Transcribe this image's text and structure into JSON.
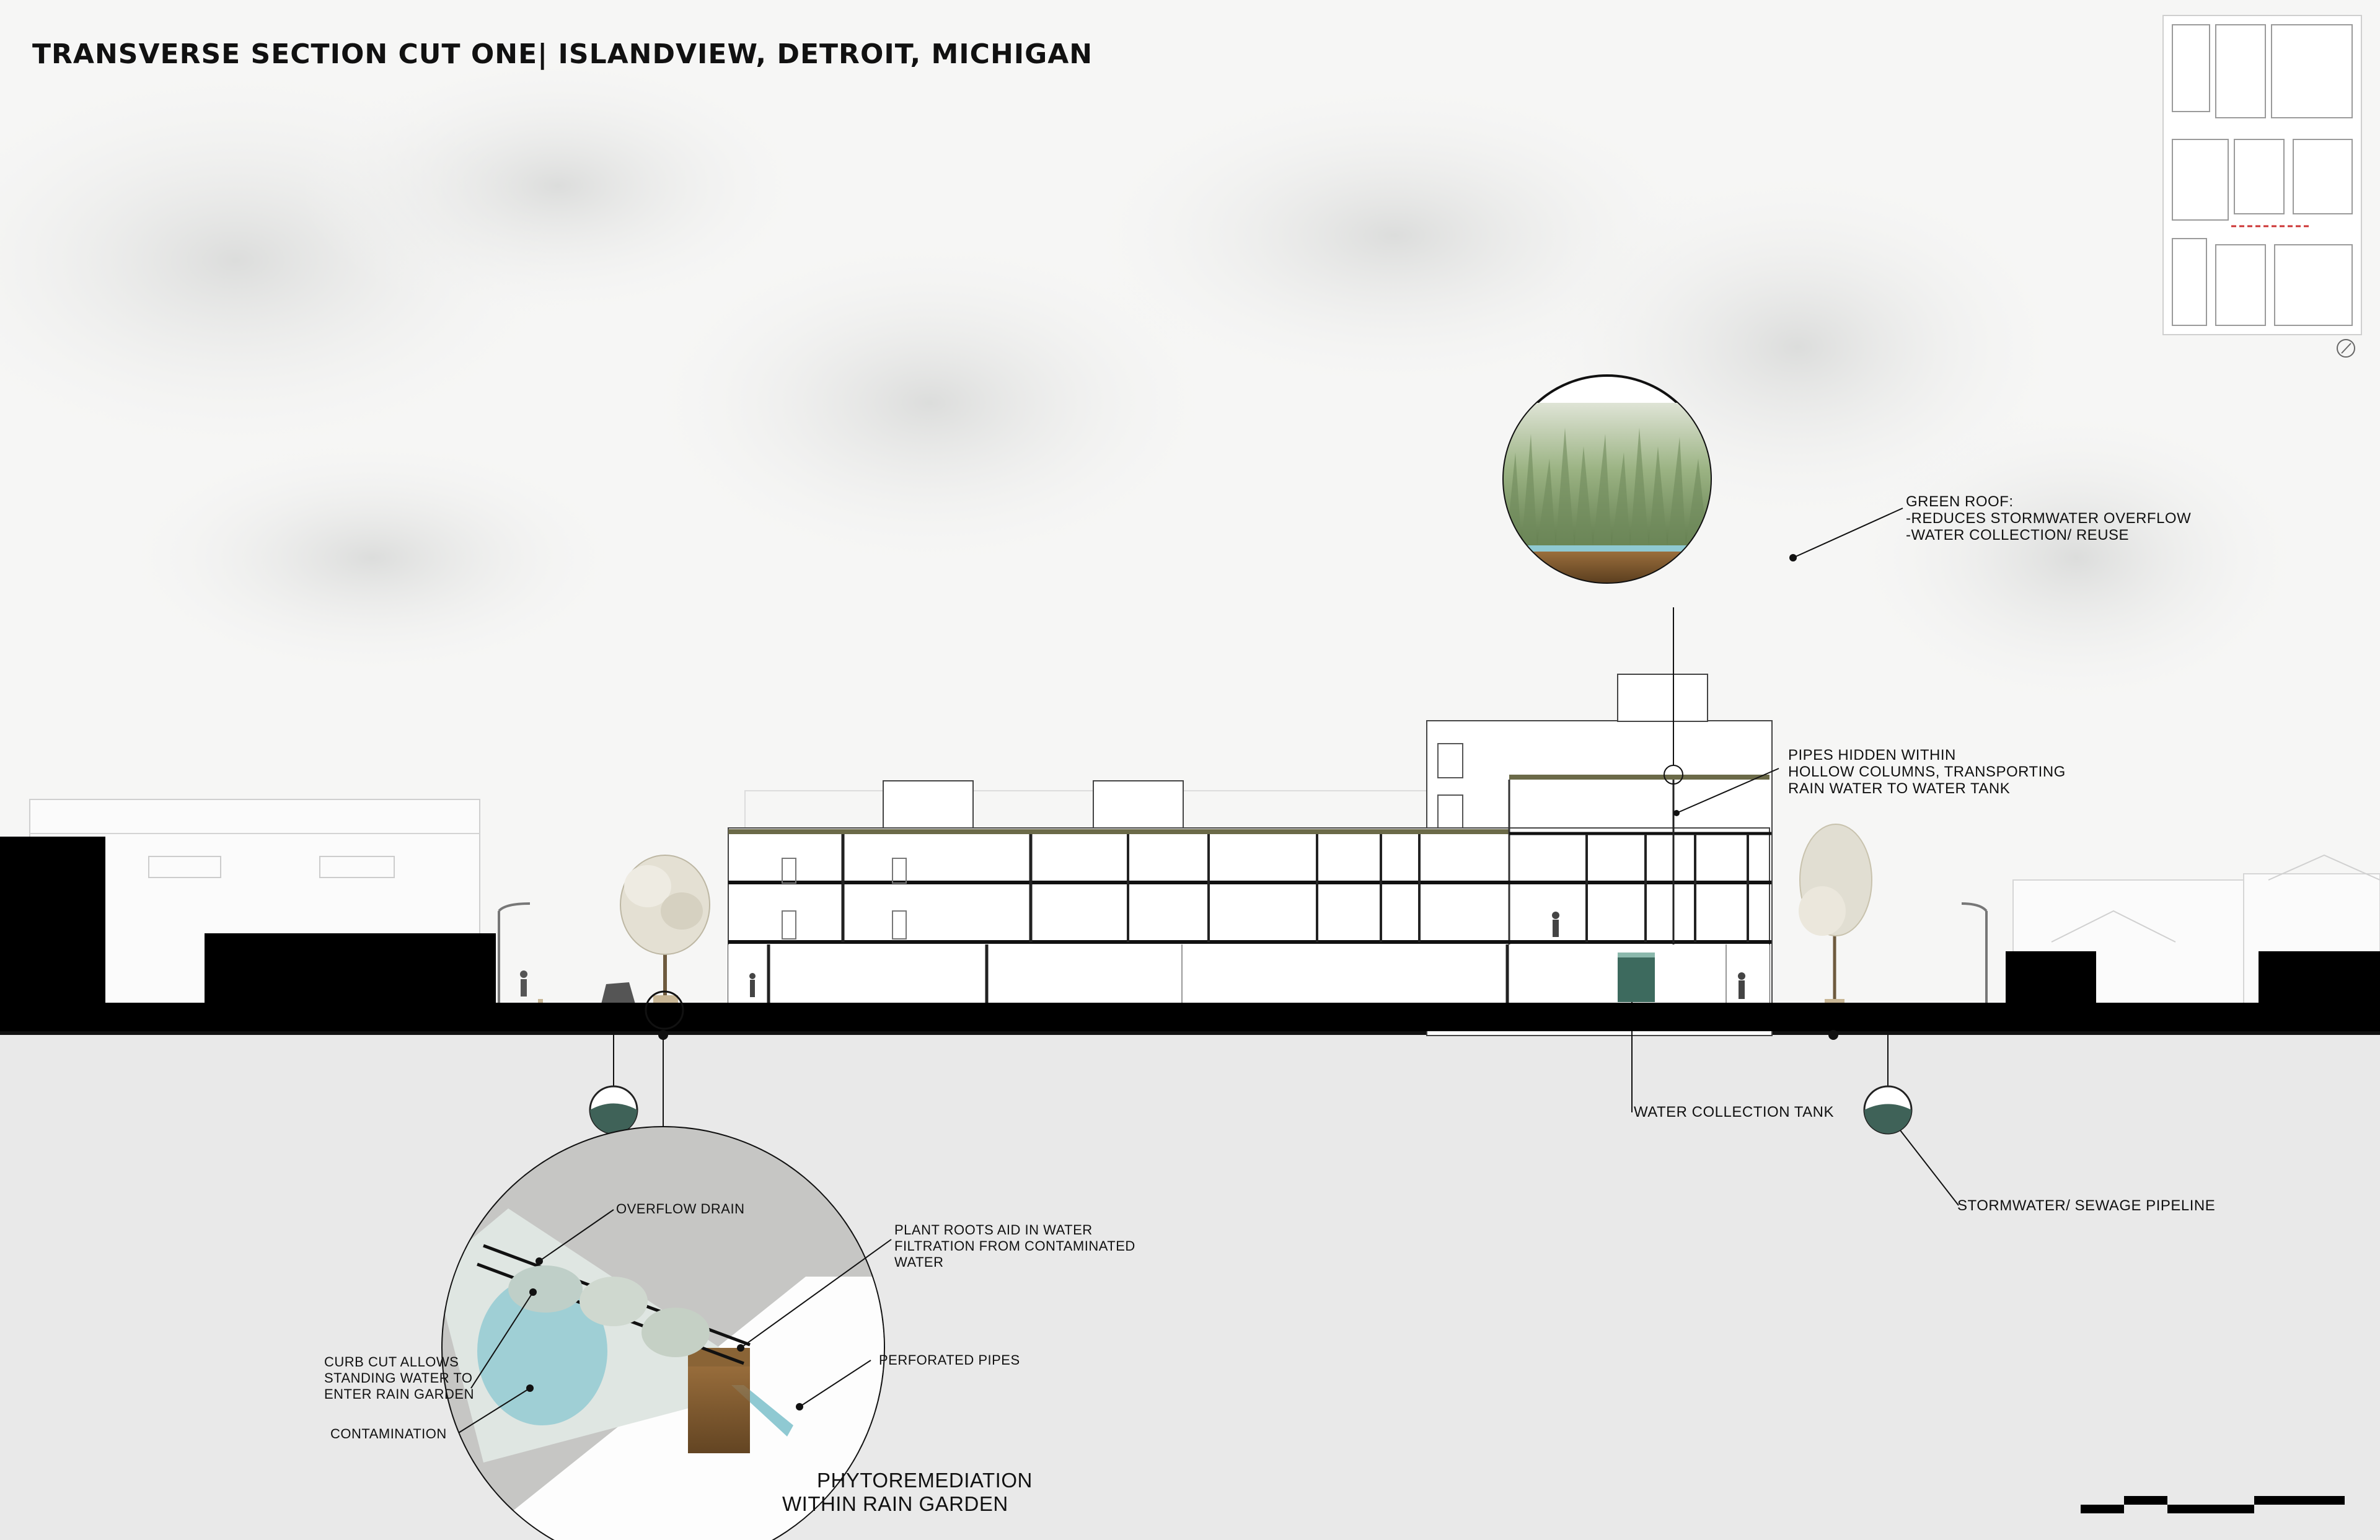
{
  "title": "TRANSVERSE SECTION CUT ONE| ISLANDVIEW, DETROIT, MICHIGAN",
  "callouts": {
    "green_roof": [
      "GREEN ROOF:",
      "-REDUCES STORMWATER OVERFLOW",
      "-WATER COLLECTION/ REUSE"
    ],
    "pipes_hidden": [
      "PIPES HIDDEN WITHIN",
      "HOLLOW COLUMNS, TRANSPORTING",
      "RAIN WATER TO WATER TANK"
    ],
    "water_tank": "WATER COLLECTION TANK",
    "stormwater": "STORMWATER/ SEWAGE PIPELINE",
    "overflow_drain": "OVERFLOW DRAIN",
    "plant_roots": [
      "PLANT ROOTS AID IN WATER",
      "FILTRATION FROM CONTAMINATED",
      "WATER"
    ],
    "curb_cut": [
      "CURB CUT ALLOWS",
      "STANDING WATER TO",
      "ENTER RAIN GARDEN"
    ],
    "contamination": "CONTAMINATION",
    "perforated_pipes": "PERFORATED PIPES"
  },
  "detail_title": [
    "PHYTOREMEDIATION",
    "WITHIN RAIN GARDEN"
  ],
  "colors": {
    "ground": "#000000",
    "subsurface": "#e9e9e9",
    "grass": "#7f9a64",
    "water": "#8fc9d2",
    "soil": "#8a6436",
    "sky": "#f6f6f5"
  }
}
